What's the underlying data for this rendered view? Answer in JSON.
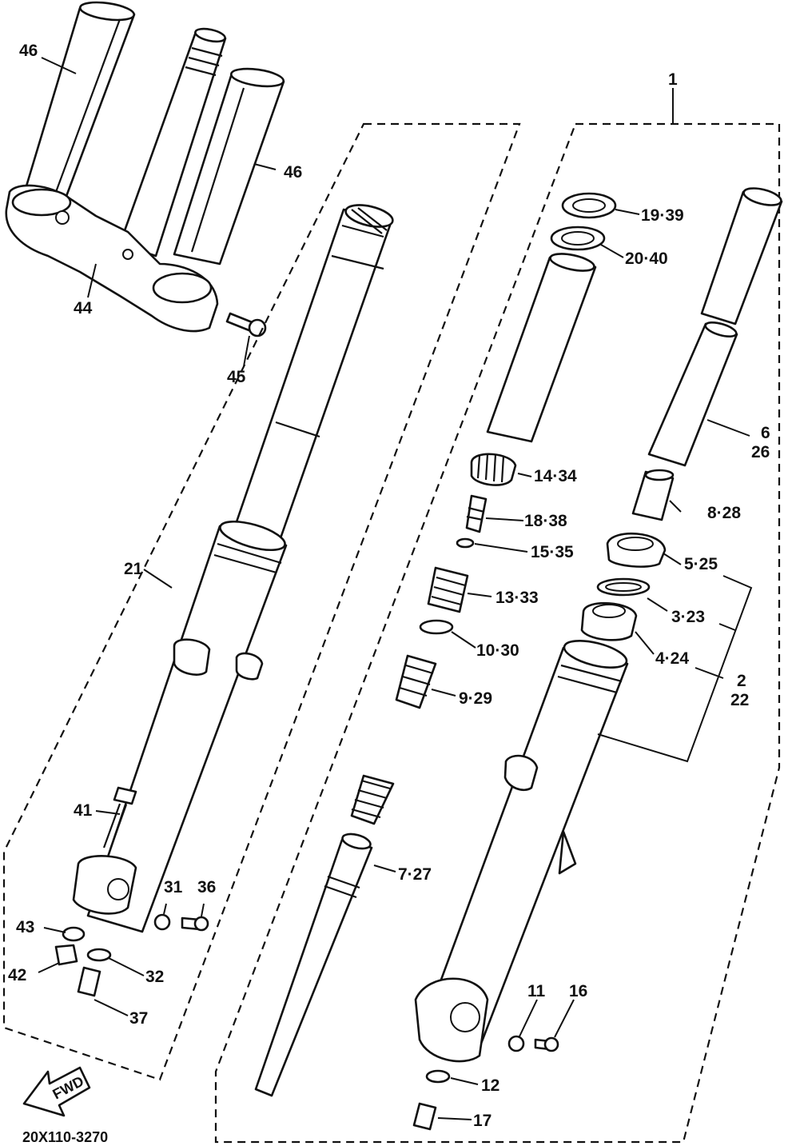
{
  "drawing_code": "20X110-3270",
  "fwd_label": "FWD",
  "labels": {
    "l46a": "46",
    "l46b": "46",
    "l44": "44",
    "l45": "45",
    "l21": "21",
    "l41": "41",
    "l31": "31",
    "l36": "36",
    "l43": "43",
    "l42": "42",
    "l32": "32",
    "l37": "37",
    "l1": "1",
    "l1939": "19·39",
    "l2040": "20·40",
    "l6": "6",
    "l26": "26",
    "l1434": "14·34",
    "l1838": "18·38",
    "l828": "8·28",
    "l1535": "15·35",
    "l525": "5·25",
    "l1333": "13·33",
    "l323": "3·23",
    "l1030": "10·30",
    "l424": "4·24",
    "l2": "2",
    "l22": "22",
    "l929": "9·29",
    "l727": "7·27",
    "l11": "11",
    "l16": "16",
    "l12": "12",
    "l17": "17"
  }
}
